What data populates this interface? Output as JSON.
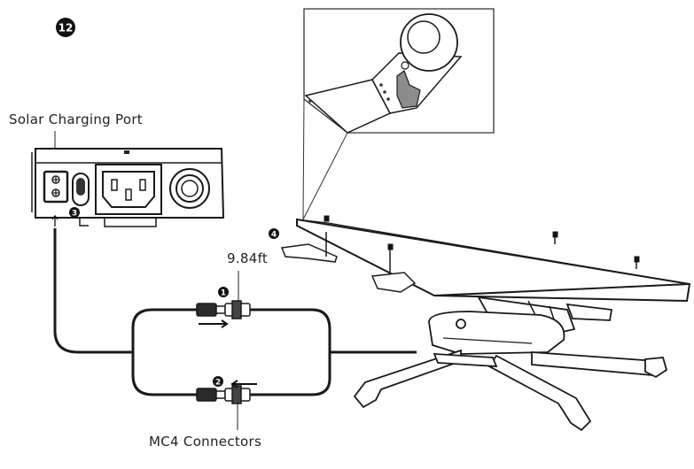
{
  "step_number": "12",
  "labels": {
    "solar_port": "Solar Charging Port",
    "length": "9.84ft",
    "connectors": "MC4 Connectors"
  },
  "callouts": [
    "1",
    "2",
    "3",
    "4"
  ],
  "colors": {
    "line": "#1a1a1a",
    "fill": "#ffffff",
    "finger": "#8c8c8c"
  }
}
